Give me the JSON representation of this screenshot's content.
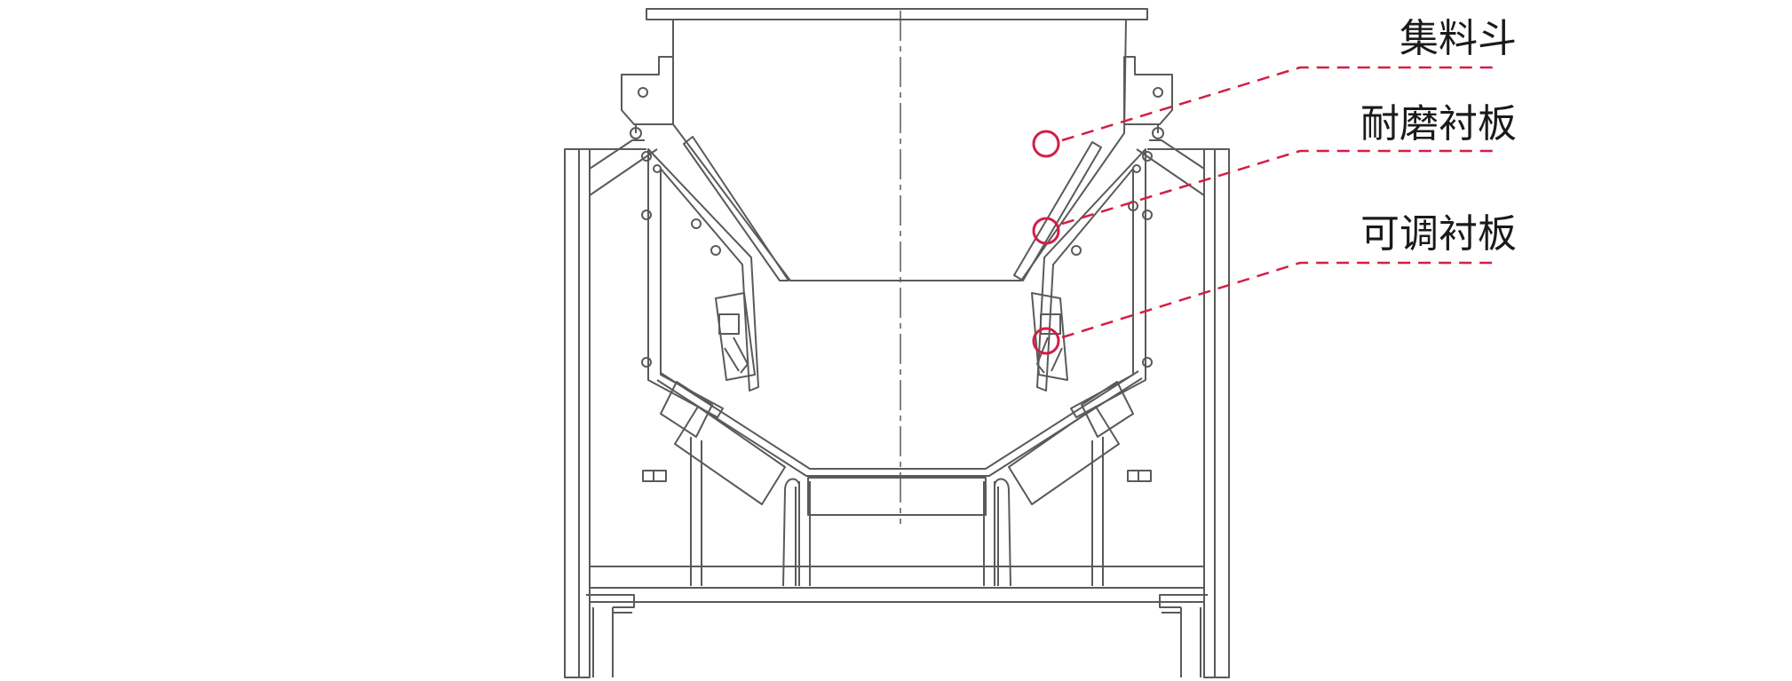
{
  "callouts": [
    {
      "label": "集料斗"
    },
    {
      "label": "耐磨衬板"
    },
    {
      "label": "可调衬板"
    }
  ],
  "colors": {
    "line": "#5a5a5a",
    "accent": "#d21f45",
    "background": "#ffffff"
  }
}
